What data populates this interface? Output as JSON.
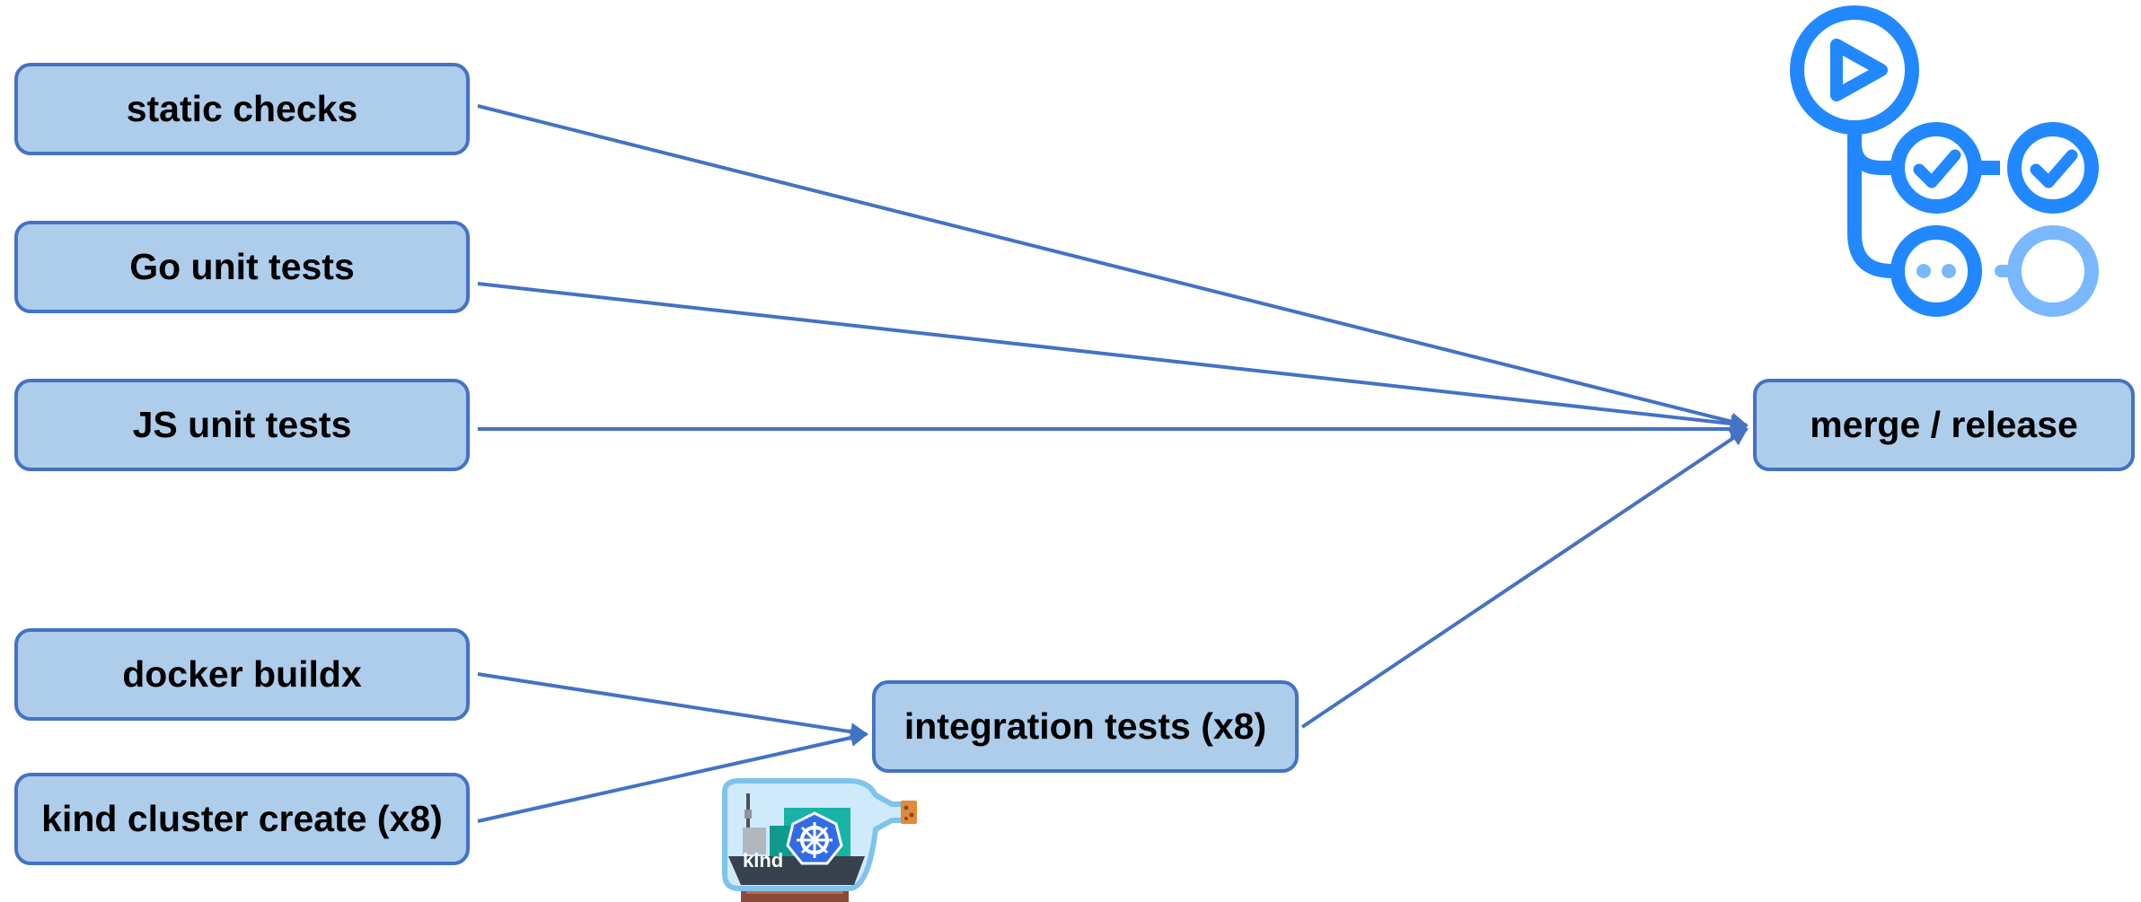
{
  "diagram": {
    "nodes": {
      "static_checks": "static checks",
      "go_unit_tests": "Go unit tests",
      "js_unit_tests": "JS unit tests",
      "docker_buildx": "docker buildx",
      "kind_cluster_create": "kind cluster create (x8)",
      "integration_tests": "integration tests (x8)",
      "merge_release": "merge / release"
    },
    "edges": [
      {
        "from": "static checks",
        "to": "merge / release"
      },
      {
        "from": "Go unit tests",
        "to": "merge / release"
      },
      {
        "from": "JS unit tests",
        "to": "merge / release"
      },
      {
        "from": "docker buildx",
        "to": "integration tests (x8)"
      },
      {
        "from": "kind cluster create (x8)",
        "to": "integration tests (x8)"
      },
      {
        "from": "integration tests (x8)",
        "to": "merge / release"
      }
    ]
  },
  "logos": {
    "github_actions": "github-actions-icon",
    "kind": {
      "icon": "kind-bottle-icon",
      "label": "kind"
    }
  },
  "colors": {
    "node_fill": "#aecdeb",
    "node_border": "#4472c4",
    "edge": "#4472c4",
    "actions_blue": "#2188ff",
    "actions_light": "#79b8ff"
  }
}
